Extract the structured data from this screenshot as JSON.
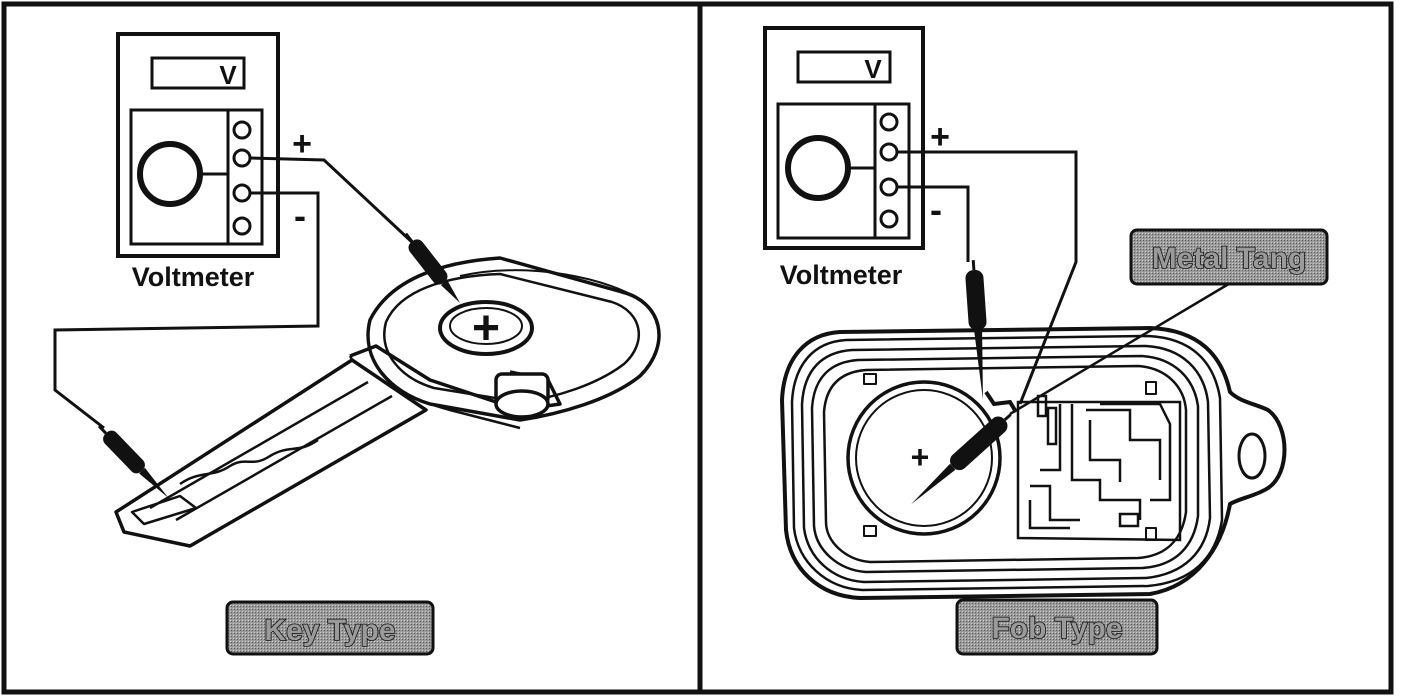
{
  "colors": {
    "ink": "#111111",
    "paper": "#ffffff",
    "label_fill": "#8e8e8e",
    "label_text": "#a6a6a6"
  },
  "panels": [
    {
      "id": "key",
      "voltmeter": {
        "unit": "V",
        "title": "Voltmeter"
      },
      "probe_plus_sign": "+",
      "probe_minus_sign": "-",
      "battery_sign": "+",
      "label": "Key Type"
    },
    {
      "id": "fob",
      "voltmeter": {
        "unit": "V",
        "title": "Voltmeter"
      },
      "probe_plus_sign": "+",
      "probe_minus_sign": "-",
      "battery_sign": "+",
      "callout": "Metal Tang",
      "label": "Fob Type"
    }
  ]
}
